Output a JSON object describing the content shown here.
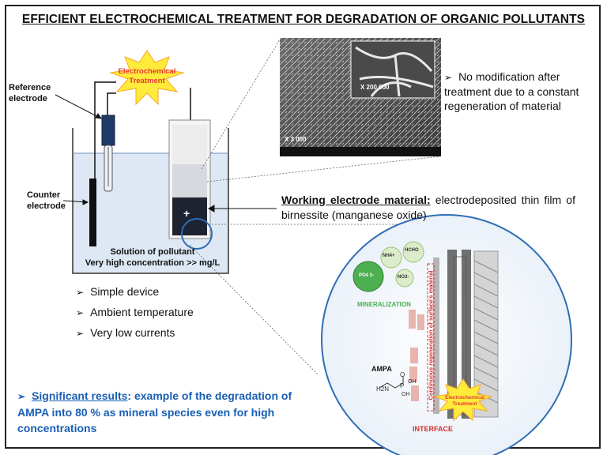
{
  "title": "EFFICIENT ELECTROCHEMICAL TREATMENT FOR DEGRADATION OF ORGANIC POLLUTANTS",
  "labels": {
    "reference_electrode": [
      "Reference",
      "electrode"
    ],
    "counter_electrode": [
      "Counter",
      "electrode"
    ],
    "electrochemical_treatment": [
      "Electrochemical",
      "Treatment"
    ],
    "solution_line1": "Solution of pollutant",
    "solution_line2": "Very high concentration >> mg/L",
    "plus_sign": "+"
  },
  "bullets": [
    "Simple device",
    "Ambient temperature",
    "Very low currents"
  ],
  "no_modification": "No modification after treatment due to a constant regeneration of material",
  "working_electrode": {
    "heading": "Working electrode material:",
    "text": " electrodeposited thin film of birnessite (manganese oxide)"
  },
  "sem": {
    "mag_large": "X 3 000",
    "mag_inset": "X 200 000"
  },
  "interface": {
    "species": [
      "NH4+",
      "HCHO",
      "PO4 3-",
      "NO3-"
    ],
    "mineralization": "MINERALIZATION",
    "ampa": "AMPA",
    "regeneration": "Continuous regeneration of surface's material",
    "interface_label": "INTERFACE",
    "burst": [
      "Electrochemical",
      "Treatment"
    ],
    "molecule": [
      "H2N",
      "P",
      "O",
      "OH",
      "OH"
    ]
  },
  "significant": {
    "heading": "Significant results",
    "text": ": example of the degradation of AMPA into 80 % as mineral species even for high concentrations"
  },
  "colors": {
    "accent_blue": "#1a5fb4",
    "mineralization_green": "#4caf50",
    "interface_red": "#d32f2f",
    "burst_yellow": "#ffeb3b",
    "burst_text_red": "#e53935",
    "solution_fill": "#dde8f4"
  }
}
